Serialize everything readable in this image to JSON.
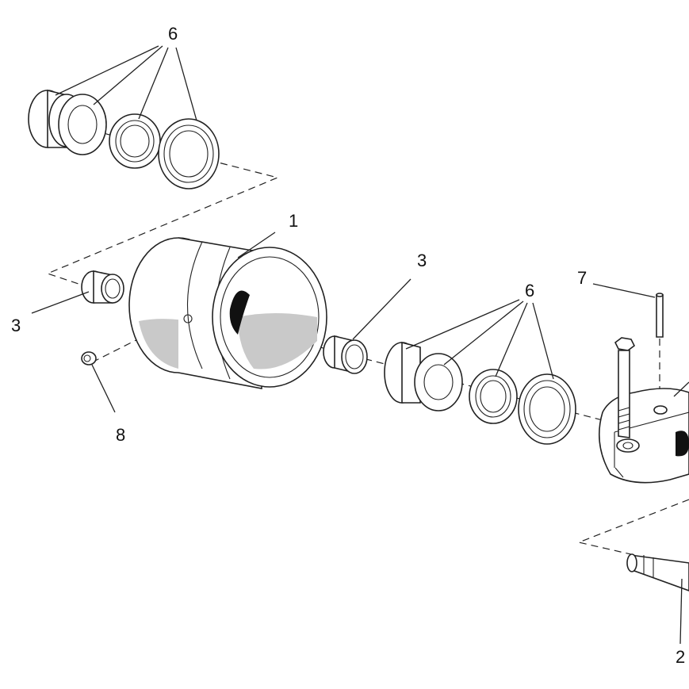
{
  "labels": {
    "l1": "1",
    "l2": "2",
    "l3a": "3",
    "l3b": "3",
    "l6a": "6",
    "l6b": "6",
    "l7": "7",
    "l8": "8"
  }
}
